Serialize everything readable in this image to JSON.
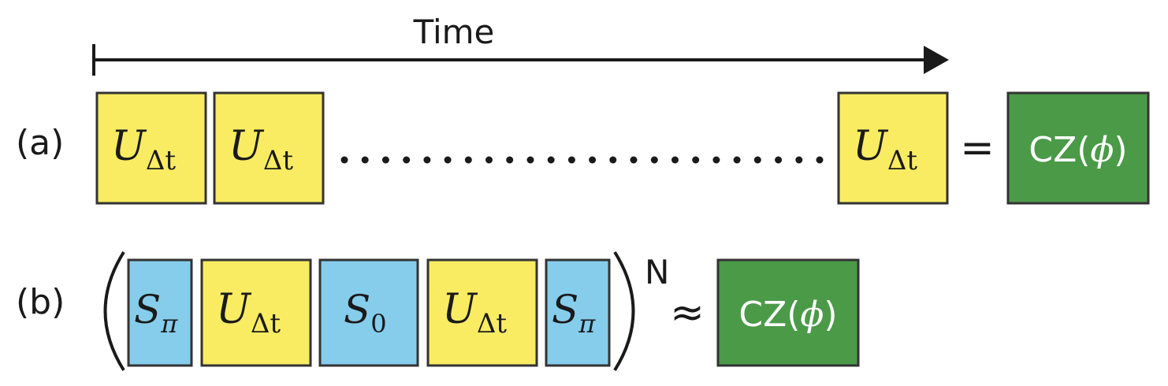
{
  "time_label": "Time",
  "panel_a": {
    "label": "(a)",
    "gate_U": {
      "symbol": "U",
      "subscript": "Δt"
    },
    "equals": "=",
    "result": {
      "prefix": "CZ(",
      "symbol": "ϕ",
      "suffix": ")"
    }
  },
  "panel_b": {
    "label": "(b)",
    "gate_S_pi": {
      "symbol": "S",
      "subscript": "π"
    },
    "gate_S_0": {
      "symbol": "S",
      "subscript": "0"
    },
    "gate_U": {
      "symbol": "U",
      "subscript": "Δt"
    },
    "exponent": "N",
    "approx": "≈",
    "result": {
      "prefix": "CZ(",
      "symbol": "ϕ",
      "suffix": ")"
    }
  },
  "colors": {
    "U_gate": "#f9ec62",
    "S_gate": "#86cdec",
    "CZ_gate": "#4b9a48",
    "stroke": "#333333"
  }
}
